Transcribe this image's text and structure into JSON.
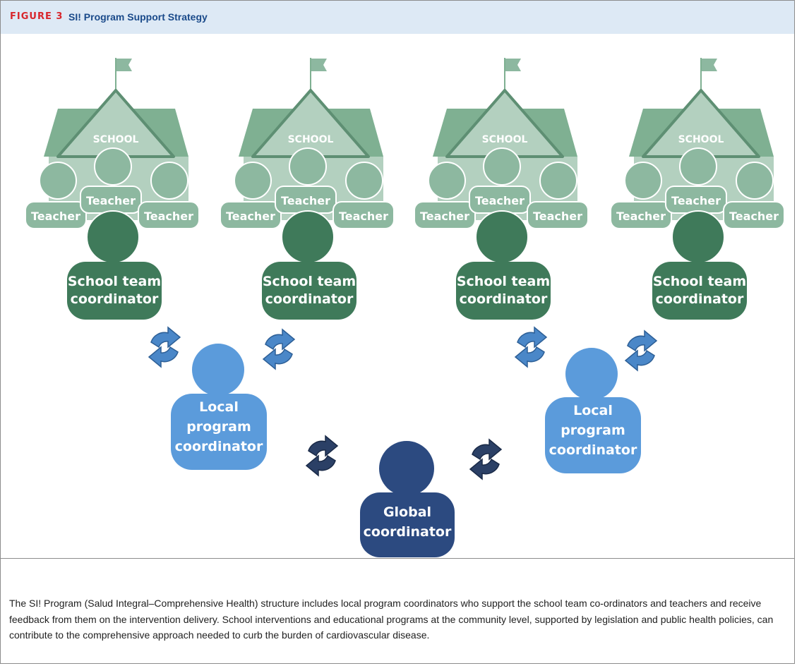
{
  "figure": {
    "label": "FIGURE 3",
    "title": "SI! Program Support Strategy"
  },
  "diagram": {
    "schools": [
      {
        "sign": "SCHOOL",
        "teachers": [
          "Teacher",
          "Teacher",
          "Teacher"
        ],
        "coordinator": [
          "School team",
          "coordinator"
        ]
      },
      {
        "sign": "SCHOOL",
        "teachers": [
          "Teacher",
          "Teacher",
          "Teacher"
        ],
        "coordinator": [
          "School team",
          "coordinator"
        ]
      },
      {
        "sign": "SCHOOL",
        "teachers": [
          "Teacher",
          "Teacher",
          "Teacher"
        ],
        "coordinator": [
          "School team",
          "coordinator"
        ]
      },
      {
        "sign": "SCHOOL",
        "teachers": [
          "Teacher",
          "Teacher",
          "Teacher"
        ],
        "coordinator": [
          "School team",
          "coordinator"
        ]
      }
    ],
    "local_coordinators": [
      {
        "label": [
          "Local",
          "program",
          "coordinator"
        ]
      },
      {
        "label": [
          "Local",
          "program",
          "coordinator"
        ]
      }
    ],
    "global_coordinator": {
      "label": [
        "Global",
        "coordinator"
      ]
    },
    "colors": {
      "roof": "#7fb092",
      "wall": "#b3d0bf",
      "teacher": "#8db8a0",
      "school_team": "#3f7a5a",
      "local": "#5b9bdb",
      "global": "#2c4a80",
      "arrow_light": "#4a87c8",
      "arrow_dark": "#2b4066"
    },
    "icons": [
      "flag-icon",
      "cycle-arrows-icon"
    ]
  },
  "caption": "The SI! Program (Salud Integral–Comprehensive Health) structure includes local program coordinators who support the school team co-ordinators and teachers and receive feedback from them on the intervention delivery. School interventions and educational programs at the community level, supported by legislation and public health policies, can contribute to the comprehensive approach needed to curb the burden of cardiovascular disease."
}
